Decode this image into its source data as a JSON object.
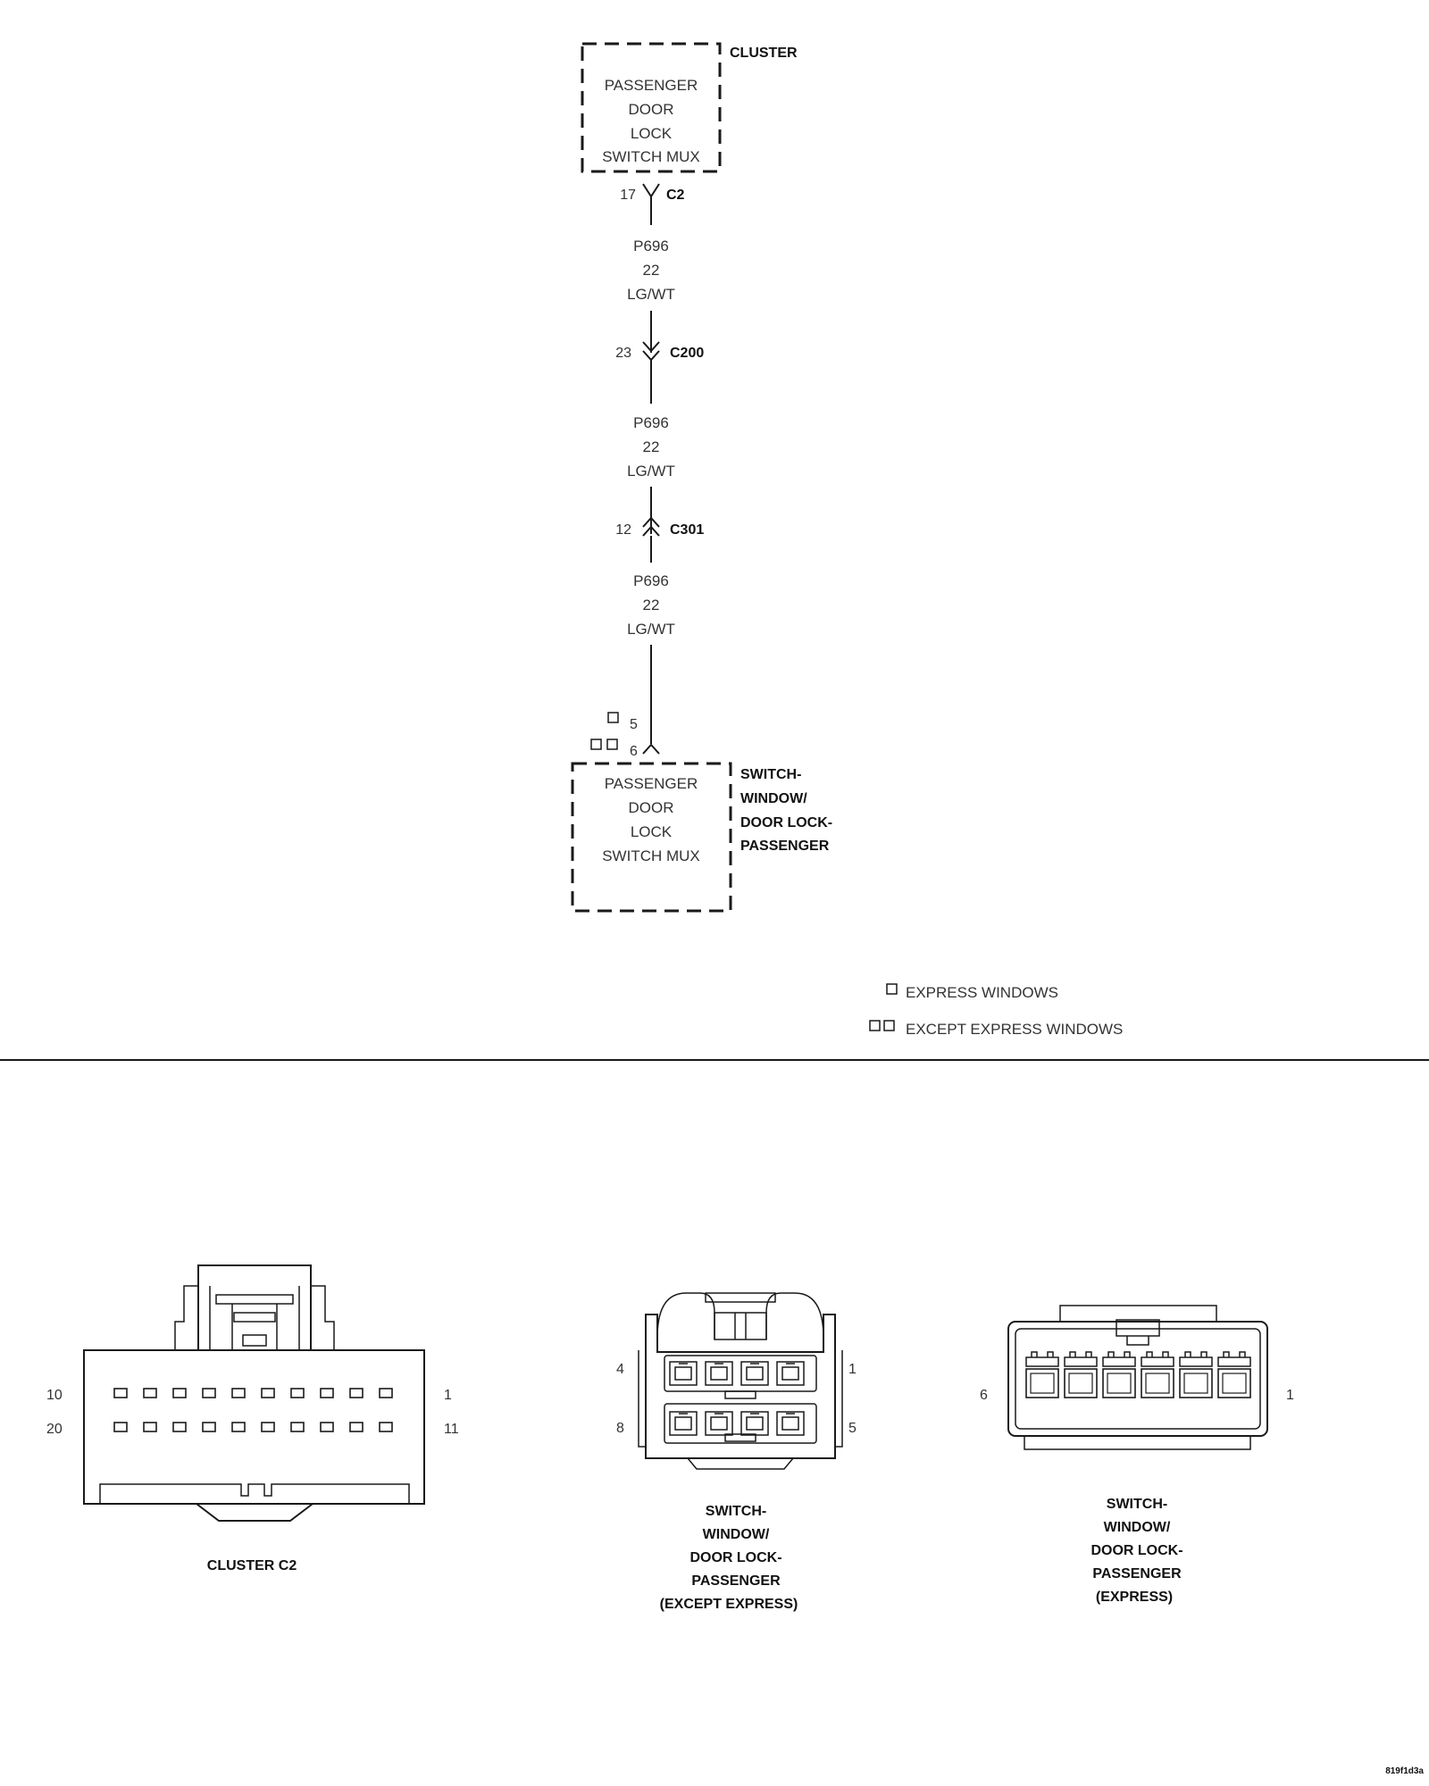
{
  "top": {
    "cluster_label": "CLUSTER",
    "cluster_box_lines": [
      "PASSENGER",
      "DOOR",
      "LOCK",
      "SWITCH MUX"
    ],
    "c2": {
      "pin": "17",
      "name": "C2"
    },
    "wires": [
      {
        "circuit": "P696",
        "gauge": "22",
        "color": "LG/WT"
      },
      {
        "circuit": "P696",
        "gauge": "22",
        "color": "LG/WT"
      },
      {
        "circuit": "P696",
        "gauge": "22",
        "color": "LG/WT"
      }
    ],
    "c200": {
      "pin": "23",
      "name": "C200"
    },
    "c301": {
      "pin": "12",
      "name": "C301"
    },
    "switch_pins": {
      "express": "5",
      "except_express": "6"
    },
    "switch_box_lines": [
      "PASSENGER",
      "DOOR",
      "LOCK",
      "SWITCH MUX"
    ],
    "switch_label_lines": [
      "SWITCH-",
      "WINDOW/",
      "DOOR LOCK-",
      "PASSENGER"
    ],
    "legend": [
      {
        "symbol": "single-square-icon",
        "text": "EXPRESS WINDOWS"
      },
      {
        "symbol": "double-square-icon",
        "text": "EXCEPT EXPRESS WINDOWS"
      }
    ]
  },
  "connectors": {
    "cluster_c2": {
      "label": "CLUSTER C2",
      "pin_tl": "10",
      "pin_tr": "1",
      "pin_bl": "20",
      "pin_br": "11"
    },
    "switch_except": {
      "label_lines": [
        "SWITCH-",
        "WINDOW/",
        "DOOR LOCK-",
        "PASSENGER",
        "(EXCEPT EXPRESS)"
      ],
      "pin_tl": "4",
      "pin_tr": "1",
      "pin_bl": "8",
      "pin_br": "5"
    },
    "switch_express": {
      "label_lines": [
        "SWITCH-",
        "WINDOW/",
        "DOOR LOCK-",
        "PASSENGER",
        "(EXPRESS)"
      ],
      "pin_l": "6",
      "pin_r": "1"
    }
  },
  "figure_id": "819f1d3a"
}
